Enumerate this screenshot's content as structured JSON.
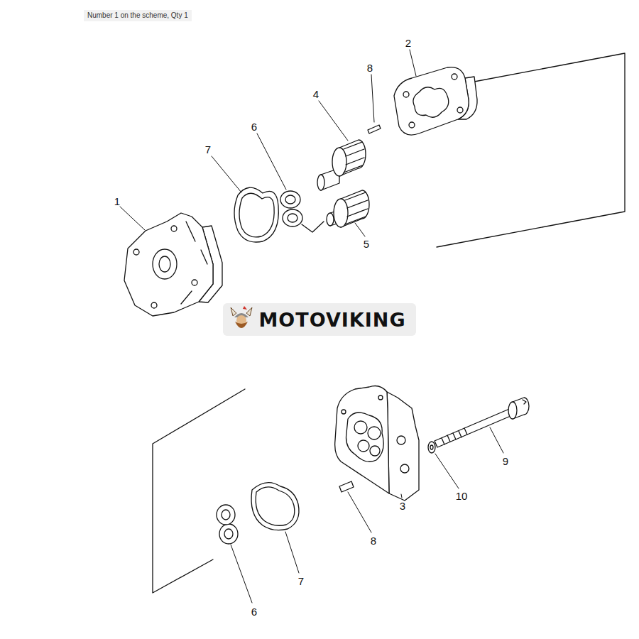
{
  "diagram": {
    "nodes": [
      {
        "text": [
          "MOTOVIKING"
        ]
      }
    ],
    "labels": [
      "Number 1 on the scheme, Qty 1",
      "2",
      "8",
      "4",
      "6",
      "7",
      "1",
      "5",
      "9",
      "10",
      "3",
      "8",
      "7",
      "6"
    ]
  }
}
